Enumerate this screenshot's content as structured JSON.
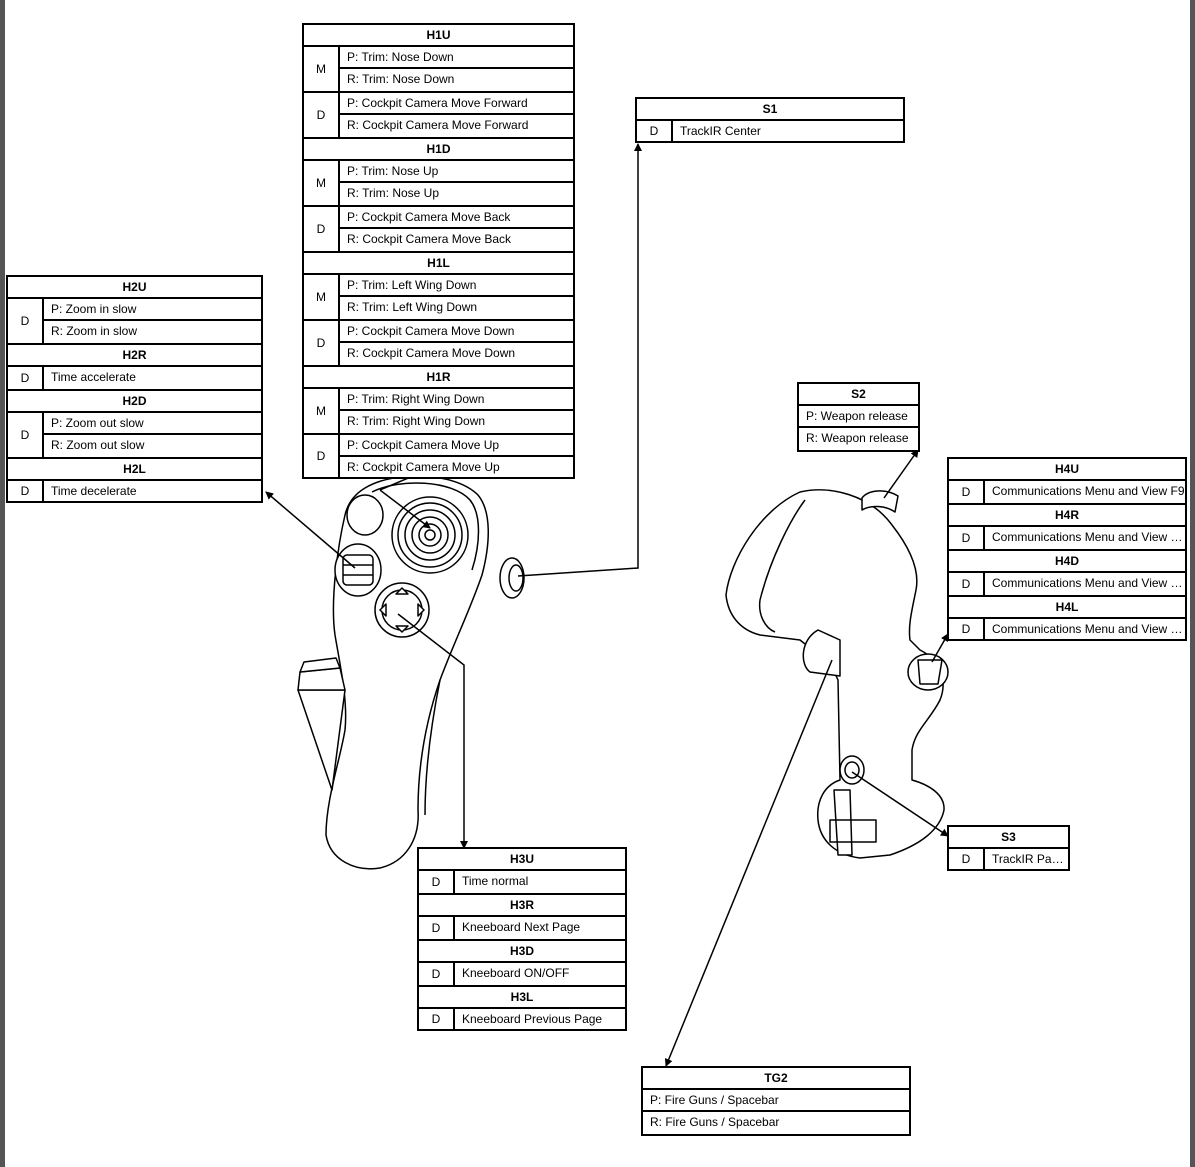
{
  "tables": {
    "h1": {
      "sections": [
        {
          "title": "H1U",
          "groups": [
            {
              "mode": "M",
              "rows": [
                "P: Trim: Nose Down",
                "R: Trim: Nose Down"
              ]
            },
            {
              "mode": "D",
              "rows": [
                "P: Cockpit Camera Move Forward",
                "R: Cockpit Camera Move Forward"
              ]
            }
          ]
        },
        {
          "title": "H1D",
          "groups": [
            {
              "mode": "M",
              "rows": [
                "P: Trim: Nose Up",
                "R: Trim: Nose Up"
              ]
            },
            {
              "mode": "D",
              "rows": [
                "P: Cockpit Camera Move Back",
                "R: Cockpit Camera Move Back"
              ]
            }
          ]
        },
        {
          "title": "H1L",
          "groups": [
            {
              "mode": "M",
              "rows": [
                "P: Trim: Left Wing Down",
                "R: Trim: Left Wing Down"
              ]
            },
            {
              "mode": "D",
              "rows": [
                "P: Cockpit Camera Move Down",
                "R: Cockpit Camera Move Down"
              ]
            }
          ]
        },
        {
          "title": "H1R",
          "groups": [
            {
              "mode": "M",
              "rows": [
                "P: Trim: Right Wing Down",
                "R: Trim: Right Wing Down"
              ]
            },
            {
              "mode": "D",
              "rows": [
                "P: Cockpit Camera Move Up",
                "R: Cockpit Camera Move Up"
              ]
            }
          ]
        }
      ]
    },
    "h2": {
      "sections": [
        {
          "title": "H2U",
          "groups": [
            {
              "mode": "D",
              "rows": [
                "P: Zoom in slow",
                "R: Zoom in slow"
              ]
            }
          ]
        },
        {
          "title": "H2R",
          "groups": [
            {
              "mode": "D",
              "rows": [
                "Time accelerate"
              ]
            }
          ]
        },
        {
          "title": "H2D",
          "groups": [
            {
              "mode": "D",
              "rows": [
                "P: Zoom out slow",
                "R: Zoom out slow"
              ]
            }
          ]
        },
        {
          "title": "H2L",
          "groups": [
            {
              "mode": "D",
              "rows": [
                "Time decelerate"
              ]
            }
          ]
        }
      ]
    },
    "h3": {
      "sections": [
        {
          "title": "H3U",
          "groups": [
            {
              "mode": "D",
              "rows": [
                "Time normal"
              ]
            }
          ]
        },
        {
          "title": "H3R",
          "groups": [
            {
              "mode": "D",
              "rows": [
                "Kneeboard Next Page"
              ]
            }
          ]
        },
        {
          "title": "H3D",
          "groups": [
            {
              "mode": "D",
              "rows": [
                "Kneeboard ON/OFF"
              ]
            }
          ]
        },
        {
          "title": "H3L",
          "groups": [
            {
              "mode": "D",
              "rows": [
                "Kneeboard Previous Page"
              ]
            }
          ]
        }
      ]
    },
    "h4": {
      "sections": [
        {
          "title": "H4U",
          "groups": [
            {
              "mode": "D",
              "rows": [
                "Communications Menu and View F9"
              ]
            }
          ]
        },
        {
          "title": "H4R",
          "groups": [
            {
              "mode": "D",
              "rows": [
                "Communications Menu and View F..."
              ]
            }
          ]
        },
        {
          "title": "H4D",
          "groups": [
            {
              "mode": "D",
              "rows": [
                "Communications Menu and View F..."
              ]
            }
          ]
        },
        {
          "title": "H4L",
          "groups": [
            {
              "mode": "D",
              "rows": [
                "Communications Menu and View F..."
              ]
            }
          ]
        }
      ]
    },
    "s1": {
      "sections": [
        {
          "title": "S1",
          "groups": [
            {
              "mode": "D",
              "rows": [
                "TrackIR Center"
              ]
            }
          ]
        }
      ]
    },
    "s3": {
      "sections": [
        {
          "title": "S3",
          "groups": [
            {
              "mode": "D",
              "rows": [
                "TrackIR Pause"
              ]
            }
          ]
        }
      ]
    },
    "s2": {
      "title": "S2",
      "rows": [
        "P: Weapon release",
        "R: Weapon release"
      ]
    },
    "tg2": {
      "title": "TG2",
      "rows": [
        "P: Fire Guns / Spacebar",
        "R: Fire Guns / Spacebar"
      ]
    }
  }
}
